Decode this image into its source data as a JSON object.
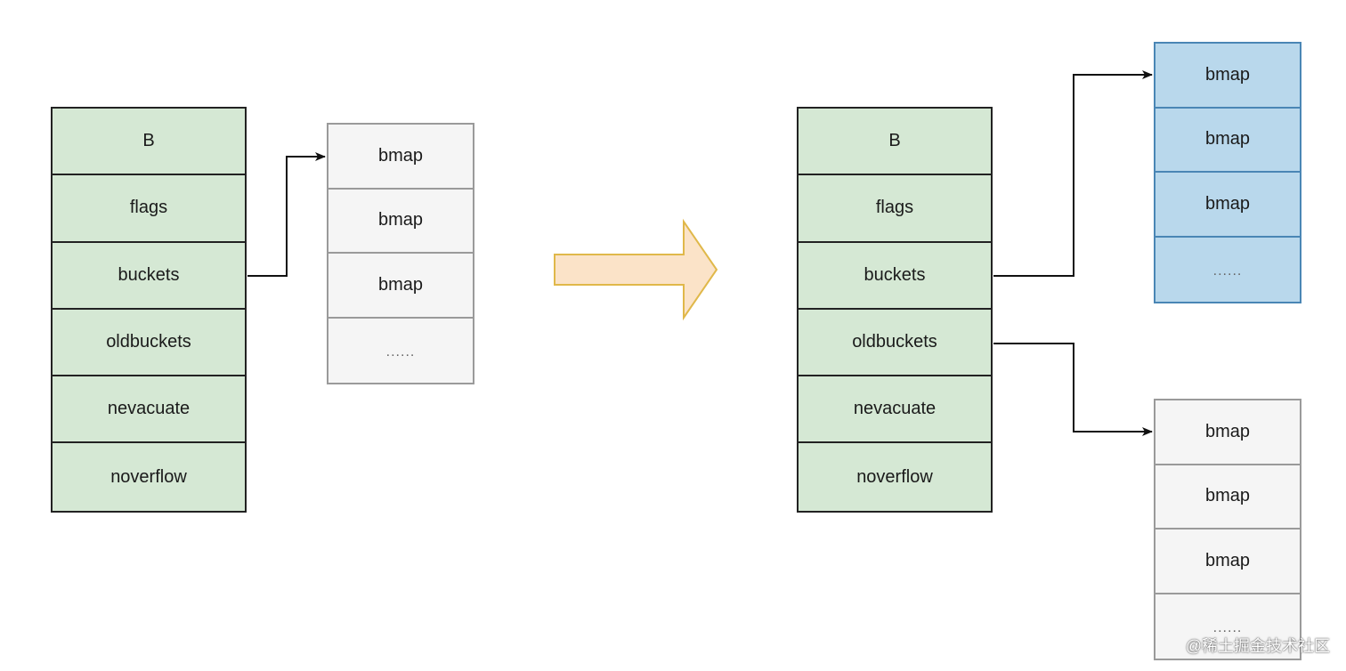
{
  "left_hmap": {
    "fields": [
      "B",
      "flags",
      "buckets",
      "oldbuckets",
      "nevacuate",
      "noverflow"
    ]
  },
  "left_buckets": {
    "cells": [
      "bmap",
      "bmap",
      "bmap",
      "......"
    ]
  },
  "right_hmap": {
    "fields": [
      "B",
      "flags",
      "buckets",
      "oldbuckets",
      "nevacuate",
      "noverflow"
    ]
  },
  "new_buckets": {
    "cells": [
      "bmap",
      "bmap",
      "bmap",
      "......"
    ],
    "fill_color": "#b9d8ec",
    "border_color": "#4a86b5"
  },
  "old_buckets": {
    "cells": [
      "bmap",
      "bmap",
      "bmap",
      "......"
    ]
  },
  "transition_arrow": {
    "icon": "right-arrow-icon",
    "fill_color": "#fbe3c8",
    "stroke_color": "#e0b84a"
  },
  "colors": {
    "hmap_fill": "#d5e8d4",
    "bucket_fill": "#f5f5f5"
  },
  "watermark": "@稀土掘金技术社区"
}
